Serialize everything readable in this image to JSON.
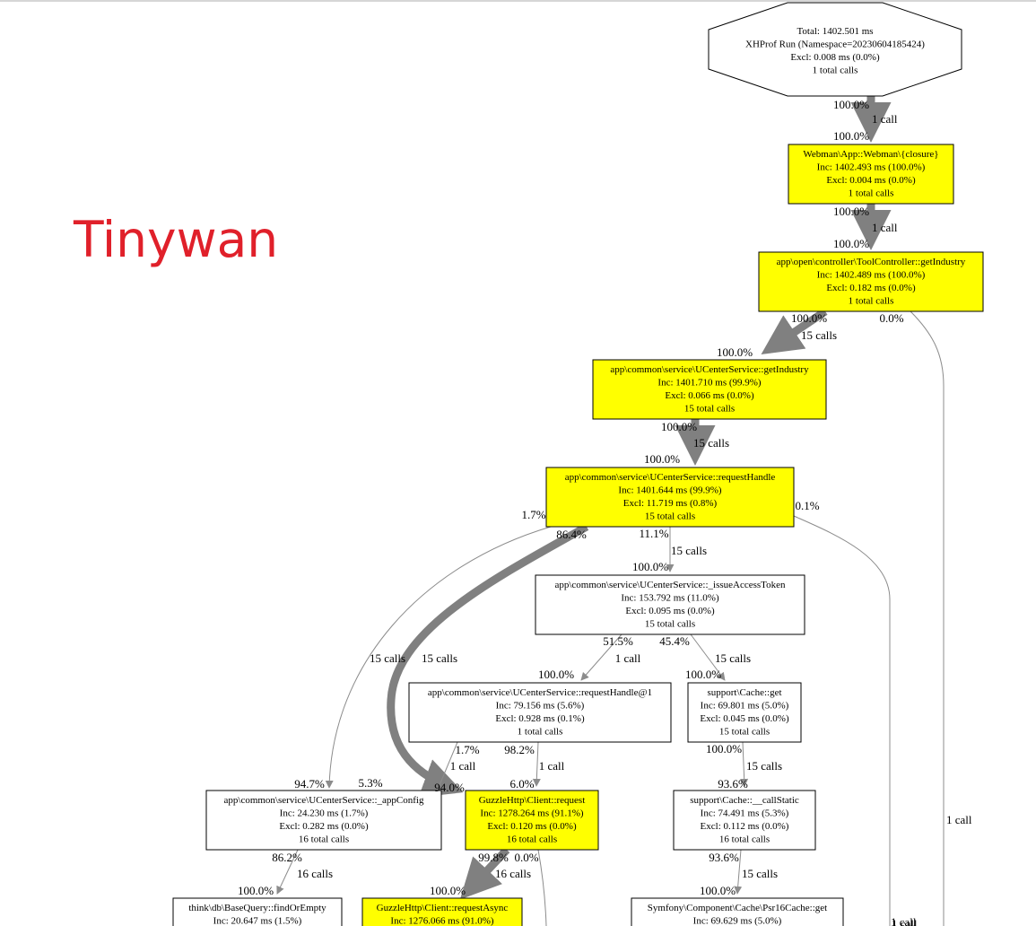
{
  "watermark": "Tinywan",
  "colors": {
    "highlight": "#ffff00",
    "edge_heavy": "#808080",
    "edge_thin": "#8c8c8c",
    "watermark": "#e0202a"
  },
  "nodes": [
    {
      "id": "root",
      "shape": "octagon",
      "highlight": false,
      "lines": [
        "Total: 1402.501 ms",
        "XHProf Run (Namespace=20230604185424)",
        "Excl: 0.008 ms (0.0%)",
        "1 total calls"
      ]
    },
    {
      "id": "closure",
      "shape": "box",
      "highlight": true,
      "lines": [
        "Webman\\App::Webman\\{closure}",
        "Inc: 1402.493 ms (100.0%)",
        "Excl: 0.004 ms (0.0%)",
        "1 total calls"
      ]
    },
    {
      "id": "getIndustryCtrl",
      "shape": "box",
      "highlight": true,
      "lines": [
        "app\\open\\controller\\ToolController::getIndustry",
        "Inc: 1402.489 ms (100.0%)",
        "Excl: 0.182 ms (0.0%)",
        "1 total calls"
      ]
    },
    {
      "id": "getIndustrySvc",
      "shape": "box",
      "highlight": true,
      "lines": [
        "app\\common\\service\\UCenterService::getIndustry",
        "Inc: 1401.710 ms (99.9%)",
        "Excl: 0.066 ms (0.0%)",
        "15 total calls"
      ]
    },
    {
      "id": "requestHandle",
      "shape": "box",
      "highlight": true,
      "lines": [
        "app\\common\\service\\UCenterService::requestHandle",
        "Inc: 1401.644 ms (99.9%)",
        "Excl: 11.719 ms (0.8%)",
        "15 total calls"
      ]
    },
    {
      "id": "issueToken",
      "shape": "box",
      "highlight": false,
      "lines": [
        "app\\common\\service\\UCenterService::_issueAccessToken",
        "Inc: 153.792 ms (11.0%)",
        "Excl: 0.095 ms (0.0%)",
        "15 total calls"
      ]
    },
    {
      "id": "requestHandle1",
      "shape": "box",
      "highlight": false,
      "lines": [
        "app\\common\\service\\UCenterService::requestHandle@1",
        "Inc: 79.156 ms (5.6%)",
        "Excl: 0.928 ms (0.1%)",
        "1 total calls"
      ]
    },
    {
      "id": "cacheGet",
      "shape": "box",
      "highlight": false,
      "lines": [
        "support\\Cache::get",
        "Inc: 69.801 ms (5.0%)",
        "Excl: 0.045 ms (0.0%)",
        "15 total calls"
      ]
    },
    {
      "id": "appConfig",
      "shape": "box",
      "highlight": false,
      "lines": [
        "app\\common\\service\\UCenterService::_appConfig",
        "Inc: 24.230 ms (1.7%)",
        "Excl: 0.282 ms (0.0%)",
        "16 total calls"
      ]
    },
    {
      "id": "guzzleRequest",
      "shape": "box",
      "highlight": true,
      "lines": [
        "GuzzleHttp\\Client::request",
        "Inc: 1278.264 ms (91.1%)",
        "Excl: 0.120 ms (0.0%)",
        "16 total calls"
      ]
    },
    {
      "id": "callStatic",
      "shape": "box",
      "highlight": false,
      "lines": [
        "support\\Cache::__callStatic",
        "Inc: 74.491 ms (5.3%)",
        "Excl: 0.112 ms (0.0%)",
        "16 total calls"
      ]
    },
    {
      "id": "findOrEmpty",
      "shape": "box",
      "highlight": false,
      "lines": [
        "think\\db\\BaseQuery::findOrEmpty",
        "Inc: 20.647 ms (1.5%)"
      ]
    },
    {
      "id": "requestAsync",
      "shape": "box",
      "highlight": true,
      "lines": [
        "GuzzleHttp\\Client::requestAsync",
        "Inc: 1276.066 ms (91.0%)"
      ]
    },
    {
      "id": "psr16Get",
      "shape": "box",
      "highlight": false,
      "lines": [
        "Symfony\\Component\\Cache\\Psr16Cache::get",
        "Inc: 69.629 ms (5.0%)"
      ]
    }
  ],
  "edges": [
    {
      "id": "e-root-closure",
      "from": "root",
      "to": "closure",
      "weight": "heavy",
      "from_pct": "100.0%",
      "to_pct": "100.0%",
      "calls": "1 call"
    },
    {
      "id": "e-closure-ctrl",
      "from": "closure",
      "to": "getIndustryCtrl",
      "weight": "heavy",
      "from_pct": "100.0%",
      "to_pct": "100.0%",
      "calls": "1 call"
    },
    {
      "id": "e-ctrl-svc",
      "from": "getIndustryCtrl",
      "to": "getIndustrySvc",
      "weight": "heavy",
      "from_pct": "100.0%",
      "to_pct": "100.0%",
      "calls": "15 calls"
    },
    {
      "id": "e-ctrl-offscreen",
      "from": "getIndustryCtrl",
      "to": "",
      "weight": "thin",
      "from_pct": "0.0%",
      "to_pct": "",
      "calls": "1 call"
    },
    {
      "id": "e-svc-rh",
      "from": "getIndustrySvc",
      "to": "requestHandle",
      "weight": "heavy",
      "from_pct": "100.0%",
      "to_pct": "100.0%",
      "calls": "15 calls"
    },
    {
      "id": "e-rh-token",
      "from": "requestHandle",
      "to": "issueToken",
      "weight": "thin",
      "from_pct": "11.1%",
      "to_pct": "100.0%",
      "calls": "15 calls"
    },
    {
      "id": "e-rh-guzzle",
      "from": "requestHandle",
      "to": "guzzleRequest",
      "weight": "heavy",
      "from_pct": "86.4%",
      "to_pct": "94.0%",
      "calls": "15 calls"
    },
    {
      "id": "e-rh-appconfig",
      "from": "requestHandle",
      "to": "appConfig",
      "weight": "thin",
      "from_pct": "1.7%",
      "to_pct": "94.7%",
      "calls": "15 calls"
    },
    {
      "id": "e-rh-offscreen",
      "from": "requestHandle",
      "to": "",
      "weight": "thin",
      "from_pct": "0.1%",
      "to_pct": "",
      "calls": "1 call"
    },
    {
      "id": "e-token-rh1",
      "from": "issueToken",
      "to": "requestHandle1",
      "weight": "thin",
      "from_pct": "51.5%",
      "to_pct": "100.0%",
      "calls": "1 call"
    },
    {
      "id": "e-token-cache",
      "from": "issueToken",
      "to": "cacheGet",
      "weight": "thin",
      "from_pct": "45.4%",
      "to_pct": "100.0%",
      "calls": "15 calls"
    },
    {
      "id": "e-rh1-appconfig",
      "from": "requestHandle1",
      "to": "appConfig",
      "weight": "thin",
      "from_pct": "1.7%",
      "to_pct": "5.3%",
      "calls": "1 call"
    },
    {
      "id": "e-rh1-guzzle",
      "from": "requestHandle1",
      "to": "guzzleRequest",
      "weight": "thin",
      "from_pct": "98.2%",
      "to_pct": "6.0%",
      "calls": "1 call"
    },
    {
      "id": "e-cache-callstatic",
      "from": "cacheGet",
      "to": "callStatic",
      "weight": "thin",
      "from_pct": "100.0%",
      "to_pct": "93.6%",
      "calls": "15 calls"
    },
    {
      "id": "e-appconfig-find",
      "from": "appConfig",
      "to": "findOrEmpty",
      "weight": "thin",
      "from_pct": "86.2%",
      "to_pct": "100.0%",
      "calls": "16 calls"
    },
    {
      "id": "e-guzzle-async",
      "from": "guzzleRequest",
      "to": "requestAsync",
      "weight": "heavy",
      "from_pct": "99.8%",
      "to_pct": "100.0%",
      "calls": "16 calls"
    },
    {
      "id": "e-guzzle-offscreen",
      "from": "guzzleRequest",
      "to": "",
      "weight": "thin",
      "from_pct": "0.0%",
      "to_pct": "",
      "calls": ""
    },
    {
      "id": "e-callstatic-psr16",
      "from": "callStatic",
      "to": "psr16Get",
      "weight": "thin",
      "from_pct": "93.6%",
      "to_pct": "100.0%",
      "calls": "15 calls"
    },
    {
      "id": "e-bottom-offscreen",
      "from": "",
      "to": "",
      "weight": "thin",
      "from_pct": "",
      "to_pct": "",
      "calls": "1 call"
    }
  ]
}
